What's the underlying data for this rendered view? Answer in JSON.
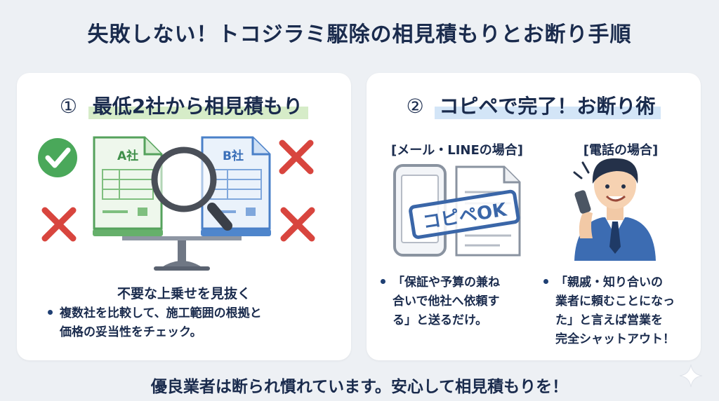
{
  "page_title": "失敗しない！トコジラミ駆除の相見積もりとお断り手順",
  "left_card": {
    "number": "①",
    "heading": "最低2社から相見積もり",
    "doc_a_label": "A社",
    "doc_b_label": "B社",
    "caption": "不要な上乗せを見抜く",
    "bullet_line1": "複数社を比較して、施工範囲の根拠と",
    "bullet_line2": "価格の妥当性をチェック。"
  },
  "right_card": {
    "number": "②",
    "heading": "コピペで完了！お断り術",
    "email_label": "[メール・LINEの場合]",
    "phone_label": "[電話の場合]",
    "stamp_text": "コピペOK",
    "email_bullet_line1": "「保証や予算の兼ね",
    "email_bullet_line2": "合いで他社へ依頼す",
    "email_bullet_line3": "る」と送るだけ。",
    "phone_bullet_line1": "「親戚・知り合いの",
    "phone_bullet_line2": "業者に頼むことになっ",
    "phone_bullet_line3": "た」と言えば営業を",
    "phone_bullet_line4": "完全シャットアウト！"
  },
  "footer_text": "優良業者は断られ慣れています。安心して相見積もりを！",
  "colors": {
    "navy": "#1a2b4d",
    "green": "#3f9d52",
    "blue": "#3f78c8",
    "red": "#d8453e",
    "background": "#edf0f4"
  },
  "icons": [
    "check-icon",
    "cross-icon",
    "magnifier-icon",
    "balance-scale-icon",
    "smartphone-icon",
    "document-icon",
    "businessman-icon",
    "sparkle-icon"
  ]
}
